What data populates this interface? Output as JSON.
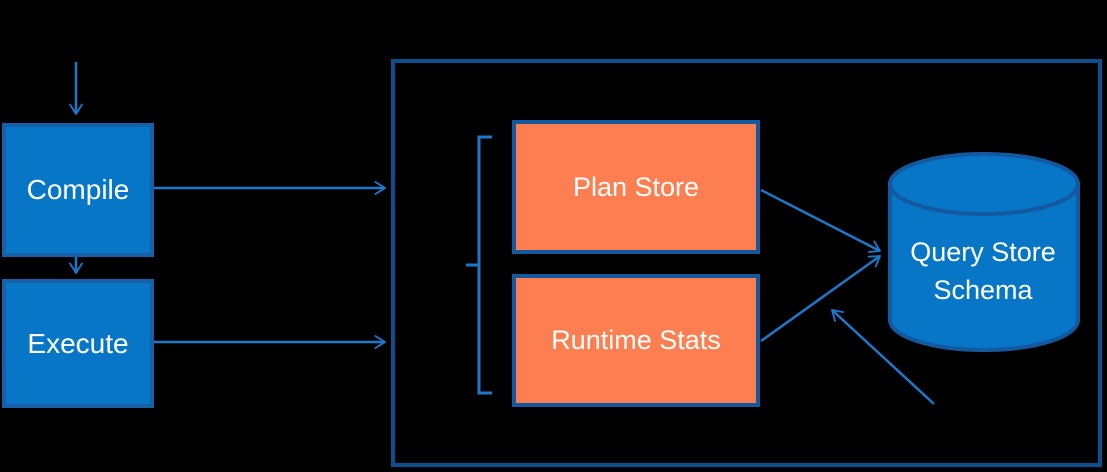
{
  "diagram": {
    "nodes": {
      "compile": {
        "label": "Compile"
      },
      "execute": {
        "label": "Execute"
      },
      "plan_store": {
        "label": "Plan Store"
      },
      "runtime_stats": {
        "label": "Runtime Stats"
      },
      "query_store_schema": {
        "label": "Query Store Schema"
      }
    },
    "container": {
      "description": "large bordered region grouping Plan Store, Runtime Stats and Query Store Schema"
    },
    "edges": [
      {
        "id": "input-to-compile",
        "from": "offscreen-top",
        "to": "compile",
        "style": "arrow-down"
      },
      {
        "id": "compile-to-execute",
        "from": "compile",
        "to": "execute",
        "style": "arrow-down"
      },
      {
        "id": "compile-to-container",
        "from": "compile",
        "to": "container",
        "style": "arrow-right"
      },
      {
        "id": "execute-to-container",
        "from": "execute",
        "to": "container",
        "style": "arrow-right"
      },
      {
        "id": "plan-store-to-schema",
        "from": "plan_store",
        "to": "query_store_schema",
        "style": "arrow"
      },
      {
        "id": "runtime-stats-to-schema",
        "from": "runtime_stats",
        "to": "query_store_schema",
        "style": "arrow"
      },
      {
        "id": "external-to-schema",
        "from": "offscreen-bottom-right",
        "to": "query_store_schema",
        "style": "arrow"
      },
      {
        "id": "grouping-bracket",
        "from": "container-left",
        "to": "plan_store+runtime_stats",
        "style": "square-bracket"
      }
    ]
  },
  "colors": {
    "background": "#000000",
    "text": "#ffffff",
    "node_fill_blue": "#0876c7",
    "node_border_blue": "#1560a8",
    "orange_fill": "#fd7e50",
    "orange_border": "#14599e",
    "container_border": "#0d4f8d",
    "cylinder_fill": "#0876c7",
    "cylinder_border": "#12599f",
    "arrow": "#1d78cc"
  }
}
